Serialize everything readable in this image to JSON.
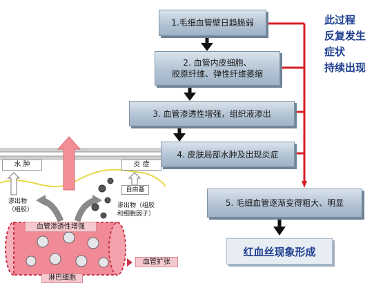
{
  "steps": [
    {
      "text": "1.毛细血管壁日趋脆弱"
    },
    {
      "line1": "2. 血管内皮细胞、",
      "line2": "胶原纤维、弹性纤维萎缩"
    },
    {
      "text": "3. 血管渗透性增强，组织液渗出"
    },
    {
      "text": "4. 皮肤局部水肿及出现炎症"
    },
    {
      "text": "5. 毛细血管逐渐变得粗大、明显"
    }
  ],
  "side_note": [
    "此过程",
    "反复发生",
    "症状",
    "持续出现"
  ],
  "result": "红血丝现象形成",
  "illustration": {
    "edema_label": "水 肿",
    "inflammation_label": "炎 症",
    "free_radical_label": "自由基",
    "exudate_left": [
      "渗出物",
      "（组胶）"
    ],
    "exudate_right": [
      "渗出物（组胶",
      "和细胞因子）"
    ],
    "permeability_label": "血管渗透性增强",
    "dilation_label": "血管扩张",
    "lymphocyte_label": "淋巴细胞"
  },
  "colors": {
    "arrow_red": "#d61f26",
    "box_steel": "#b3c4d4",
    "side_note_blue": "#1f3f8f",
    "vessel_pink": "#f08a97"
  }
}
